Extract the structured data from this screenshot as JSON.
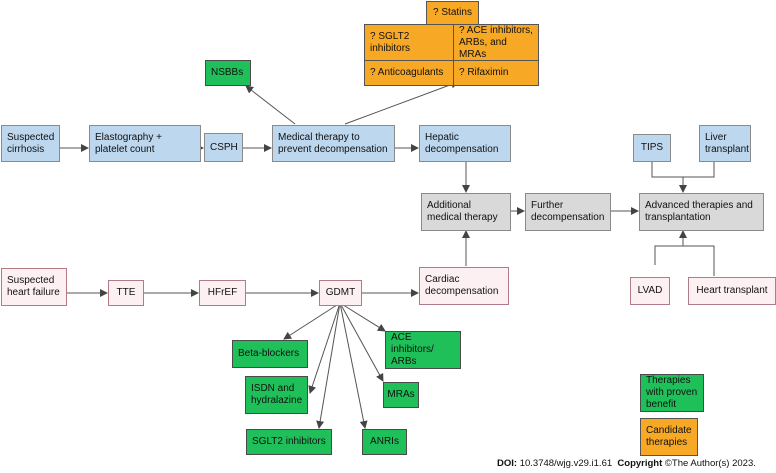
{
  "nodes": {
    "suspected_cirrhosis": "Suspected cirrhosis",
    "elastography": "Elastography + platelet count",
    "csph": "CSPH",
    "medical_therapy": "Medical therapy to prevent decompensation",
    "hepatic_decomp": "Hepatic decompensation",
    "nsbbs": "NSBBs",
    "statins": "? Statins",
    "sglt2_q": "? SGLT2 inhibitors",
    "ace_q": "? ACE inhibitors, ARBs, and MRAs",
    "anticoagulants": "? Anticoagulants",
    "rifaximin": "? Rifaximin",
    "additional_therapy": "Additional medical therapy",
    "further_decomp": "Further decompensation",
    "advanced": "Advanced therapies and transplantation",
    "tips": "TIPS",
    "liver_transplant": "Liver transplant",
    "lvad": "LVAD",
    "heart_transplant": "Heart transplant",
    "suspected_hf": "Suspected heart failure",
    "tte": "TTE",
    "hfref": "HFrEF",
    "gdmt": "GDMT",
    "cardiac_decomp": "Cardiac decompensation",
    "beta_blockers": "Beta-blockers",
    "ace_arbs": "ACE inhibitors/ ARBs",
    "isdn": "ISDN and hydralazine",
    "mras": "MRAs",
    "sglt2": "SGLT2 inhibitors",
    "anris": "ANRIs"
  },
  "legend": {
    "proven": "Therapies with proven benefit",
    "candidate": "Candidate therapies"
  },
  "footer": {
    "doi_label": "DOI:",
    "doi_value": "10.3748/wjg.v29.i1.61",
    "copyright_label": "Copyright",
    "copyright_value": "©The Author(s) 2023."
  },
  "colors": {
    "proven": "#1fc05a",
    "candidate": "#f7a825",
    "hepatic_path": "#bdd7ee",
    "cardiac_path": "#fdf0f2",
    "shared_path": "#d9d9d9"
  }
}
